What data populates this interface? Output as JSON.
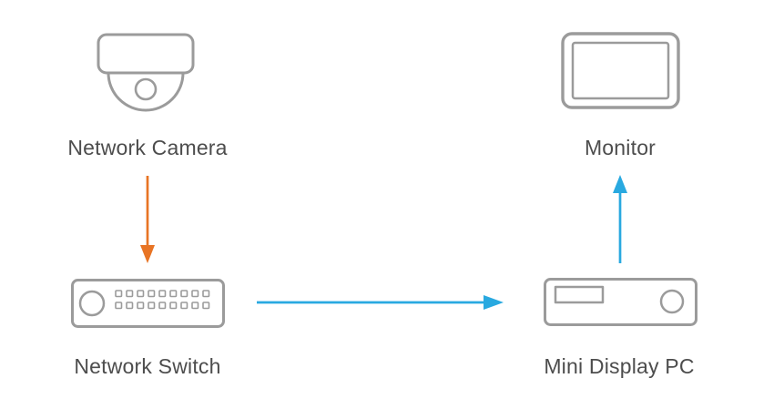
{
  "diagram": {
    "type": "flow",
    "nodes": [
      {
        "id": "network-camera",
        "label": "Network Camera"
      },
      {
        "id": "monitor",
        "label": "Monitor"
      },
      {
        "id": "network-switch",
        "label": "Network Switch"
      },
      {
        "id": "mini-display-pc",
        "label": "Mini Display PC"
      }
    ],
    "edges": [
      {
        "from": "network-camera",
        "to": "network-switch",
        "direction": "down",
        "color": "#e87424"
      },
      {
        "from": "network-switch",
        "to": "mini-display-pc",
        "direction": "right",
        "color": "#29a9e0"
      },
      {
        "from": "mini-display-pc",
        "to": "monitor",
        "direction": "up",
        "color": "#29a9e0"
      }
    ],
    "colors": {
      "icon_stroke": "#9b9b9b",
      "label_text": "#4d4d4d",
      "orange_arrow": "#e87424",
      "blue_arrow": "#29a9e0",
      "background": "#ffffff"
    }
  }
}
